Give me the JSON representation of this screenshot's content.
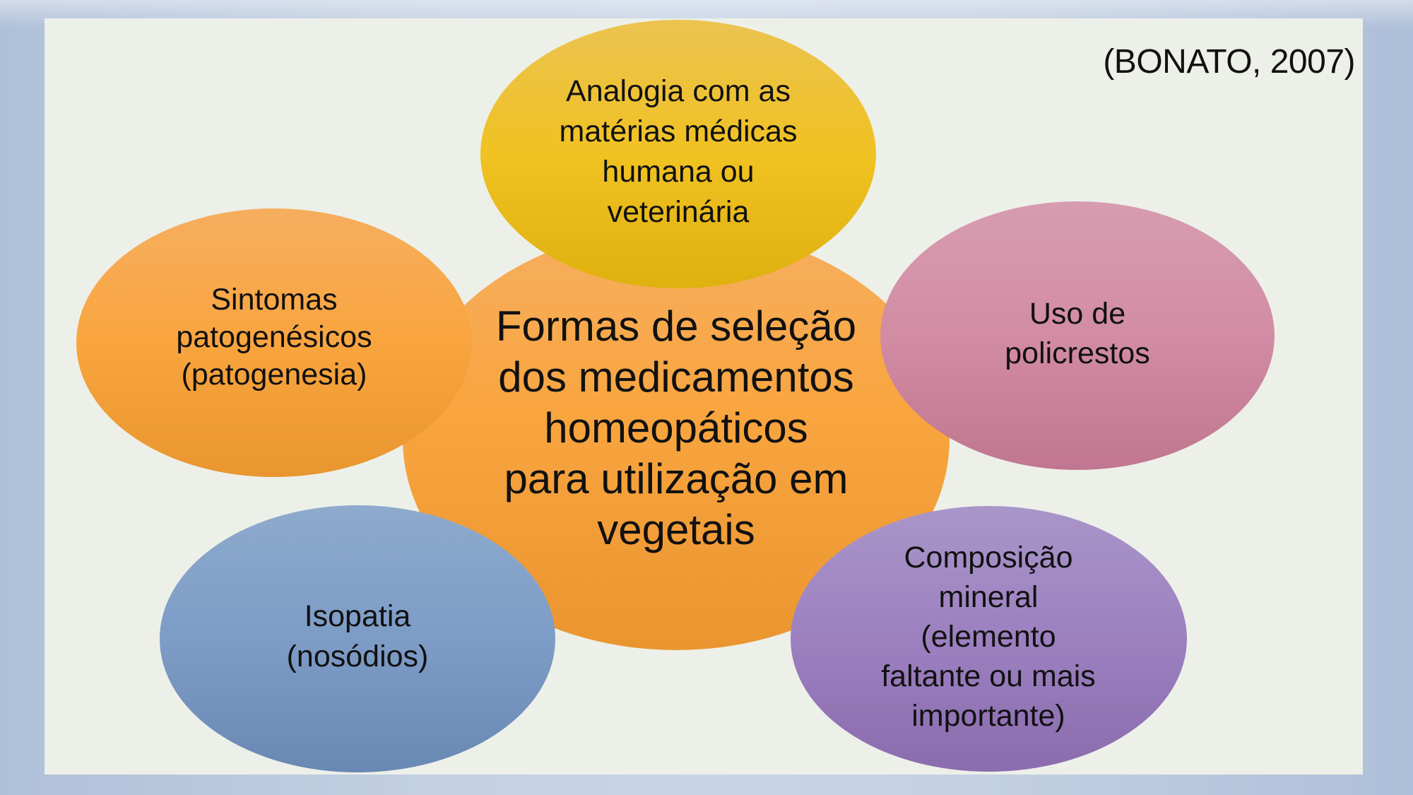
{
  "slide": {
    "citation": "(BONATO, 2007)",
    "colors": {
      "outer_background": "#B3C4DC",
      "panel_background": "#EDF0E9",
      "text": "#111111"
    }
  },
  "diagram": {
    "center": {
      "lines": [
        "Formas de seleção",
        "dos medicamentos",
        "homeopáticos",
        "para utilização em",
        "vegetais"
      ],
      "color_top": "#F6AE5E",
      "color_bottom": "#EA9530"
    },
    "nodes": [
      {
        "id": "analogia",
        "lines": [
          "Analogia com as",
          "matérias médicas",
          "humana ou",
          "veterinária"
        ],
        "color_top": "#EBC350",
        "color_bottom": "#DFB10F"
      },
      {
        "id": "sintomas",
        "lines": [
          "Sintomas",
          "patogenésicos",
          "(patogenesia)"
        ],
        "color_top": "#F6AE5E",
        "color_bottom": "#E8962F"
      },
      {
        "id": "policrestos",
        "lines": [
          "Uso de",
          "policrestos"
        ],
        "color_top": "#D79CB0",
        "color_bottom": "#C0768F"
      },
      {
        "id": "isopatia",
        "lines": [
          "Isopatia",
          "(nosódios)"
        ],
        "color_top": "#8EAACD",
        "color_bottom": "#6988B3"
      },
      {
        "id": "composicao",
        "lines": [
          "Composição",
          "mineral",
          "(elemento",
          "faltante ou mais",
          "importante)"
        ],
        "color_top": "#A996C9",
        "color_bottom": "#8B6CAE"
      }
    ]
  }
}
